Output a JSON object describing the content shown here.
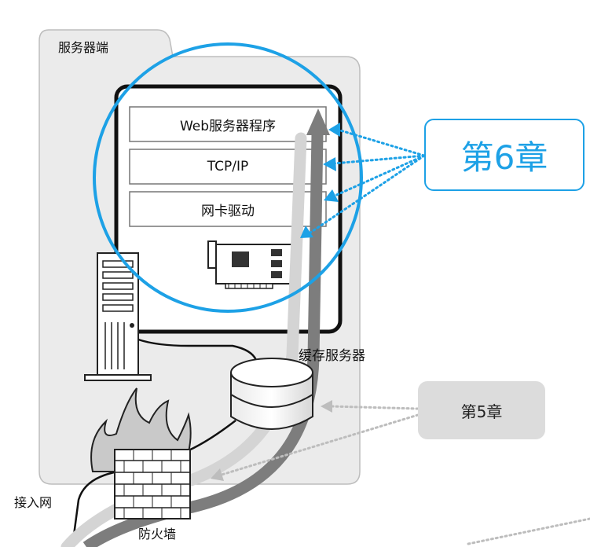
{
  "server_folder": {
    "tab_label": "服务器端"
  },
  "protocol_stack": {
    "layers": [
      {
        "label": "Web服务器程序"
      },
      {
        "label": "TCP/IP"
      },
      {
        "label": "网卡驱动"
      }
    ]
  },
  "cache_server": {
    "label": "缓存服务器"
  },
  "firewall": {
    "label": "防火墙"
  },
  "access_network": {
    "label": "接入网"
  },
  "callouts": {
    "chapter6": {
      "label": "第6章",
      "color": "#1da1e6"
    },
    "chapter5": {
      "label": "第5章",
      "color": "#dcdcdc"
    }
  },
  "colors": {
    "accent_blue": "#1da1e6",
    "folder_fill": "#ebebeb",
    "folder_border": "#bdbdbd",
    "path_dark": "#7d7d7d",
    "path_light": "#cfcfcf"
  }
}
